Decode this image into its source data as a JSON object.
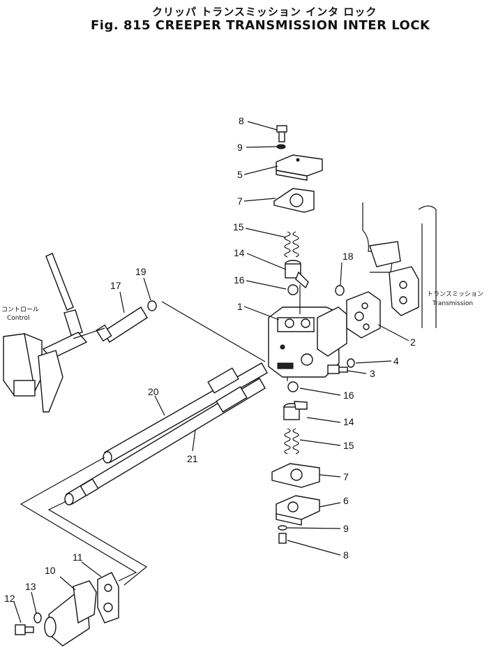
{
  "title": {
    "japanese": "クリッパ トランスミッション インタ ロック",
    "english": "Fig. 815 CREEPER TRANSMISSION INTER LOCK"
  },
  "notes": {
    "control_jp": "コントロール",
    "control_en": "Control",
    "transmission_jp": "トランスミッション",
    "transmission_en": "Transmission"
  },
  "callouts": {
    "c8_top": "8",
    "c9_top": "9",
    "c5": "5",
    "c7_top": "7",
    "c15_top": "15",
    "c14_top": "14",
    "c16_top": "16",
    "c18": "18",
    "c1": "1",
    "c2": "2",
    "c4": "4",
    "c3": "3",
    "c16_bot": "16",
    "c14_bot": "14",
    "c15_bot": "15",
    "c7_bot": "7",
    "c6": "6",
    "c9_bot": "9",
    "c8_bot": "8",
    "c17": "17",
    "c19": "19",
    "c20": "20",
    "c21": "21",
    "c10": "10",
    "c11": "11",
    "c12": "12",
    "c13": "13"
  }
}
